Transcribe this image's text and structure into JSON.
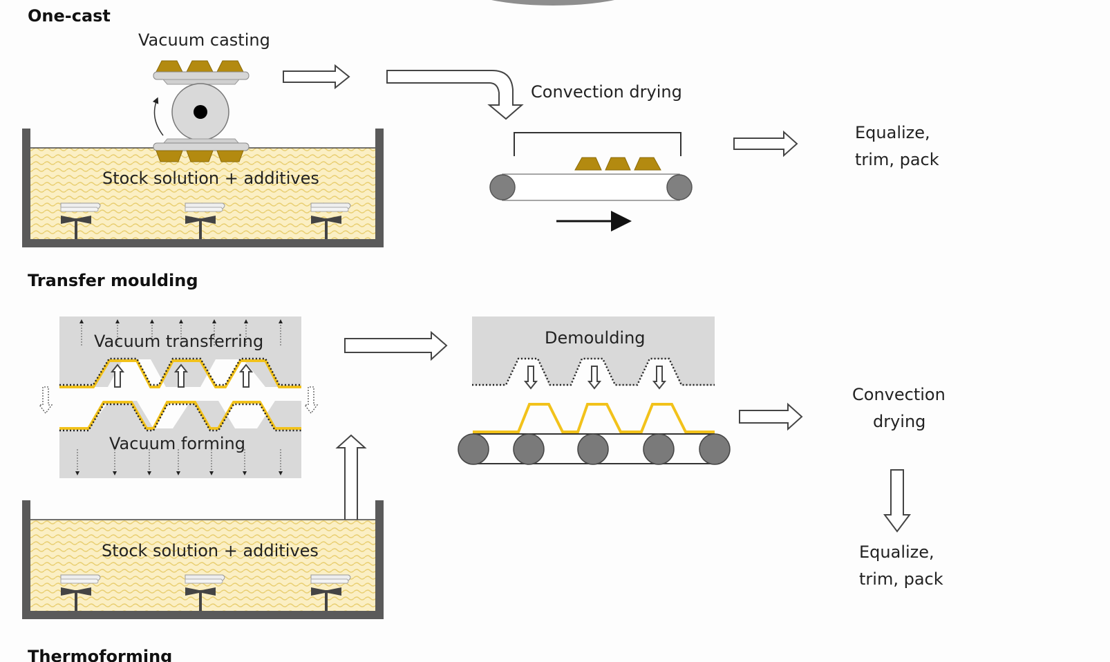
{
  "figure": {
    "sections": [
      {
        "title": "One-cast",
        "steps": {
          "forming": "Vacuum casting",
          "tank": "Stock solution + additives",
          "drying": "Convection drying",
          "finish_line1": "Equalize,",
          "finish_line2": "trim, pack"
        }
      },
      {
        "title": "Transfer moulding",
        "steps": {
          "transfer": "Vacuum transferring",
          "forming": "Vacuum forming",
          "demoulding": "Demoulding",
          "tank": "Stock solution + additives",
          "drying_line1": "Convection",
          "drying_line2": "drying",
          "finish_line1": "Equalize,",
          "finish_line2": "trim, pack"
        }
      },
      {
        "title_partial": "Thermoforming"
      }
    ],
    "colors": {
      "pulp_yellow": "#f2c21b",
      "mould_brown": "#b38a10",
      "mould_gray": "#d9d9d9",
      "tank_wall": "#5a5a5a",
      "slurry_bg": "#fbefc4"
    }
  }
}
